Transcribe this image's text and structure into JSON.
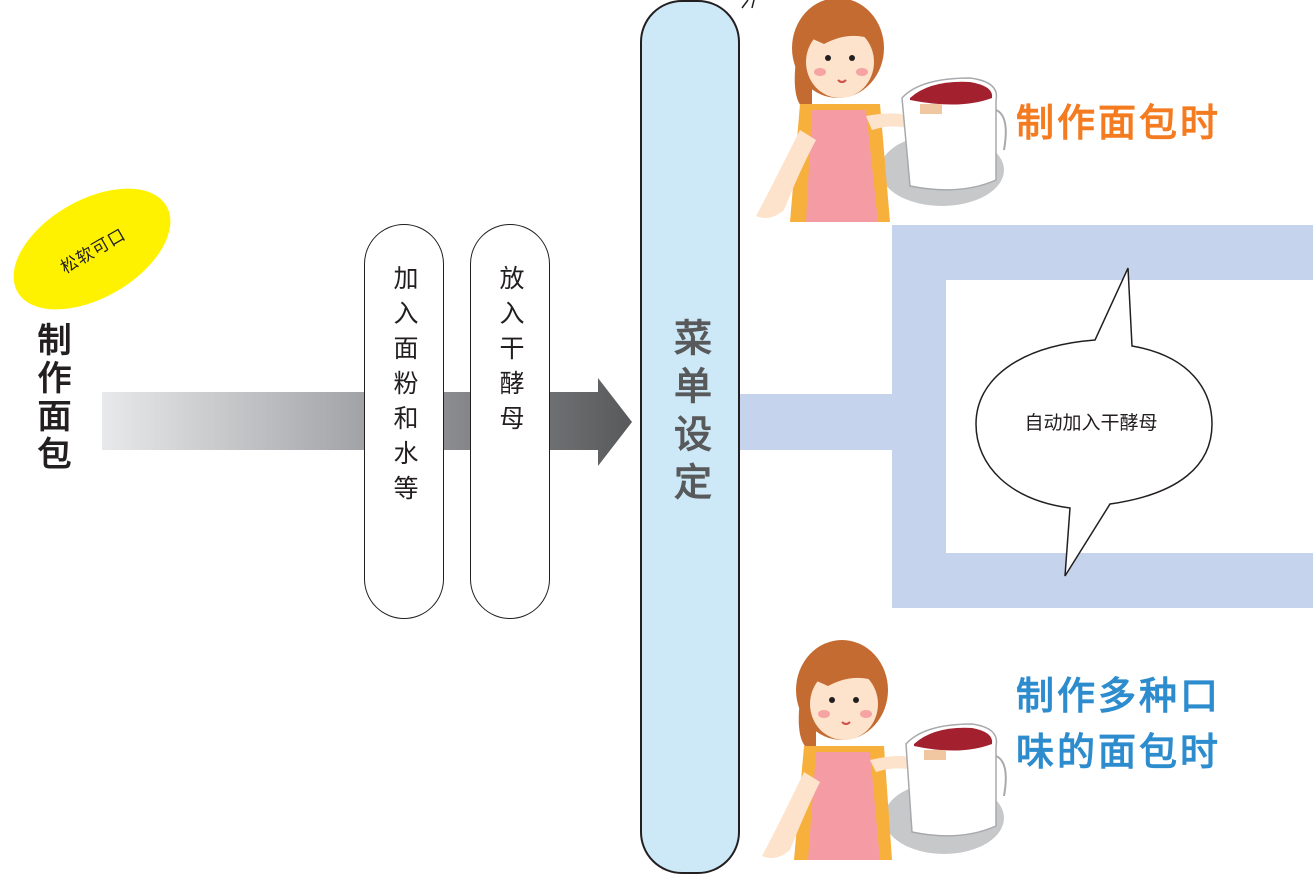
{
  "badge": {
    "label": "松软可口"
  },
  "title": {
    "label": "制作面包"
  },
  "steps": [
    {
      "label": "加入面粉和水等"
    },
    {
      "label": "放入干酵母"
    }
  ],
  "menu": {
    "label": "菜单设定"
  },
  "branches": [
    {
      "label": "制作面包时"
    },
    {
      "label": "制作多种口味的面包时"
    }
  ],
  "speech_bubble": {
    "text": "自动加入干酵母"
  },
  "colors": {
    "badge": "#fff200",
    "menu_fill": "#cde9f8",
    "band": "#c5d3ec",
    "heading_orange": "#f47b20",
    "heading_blue": "#2d8ccd"
  }
}
